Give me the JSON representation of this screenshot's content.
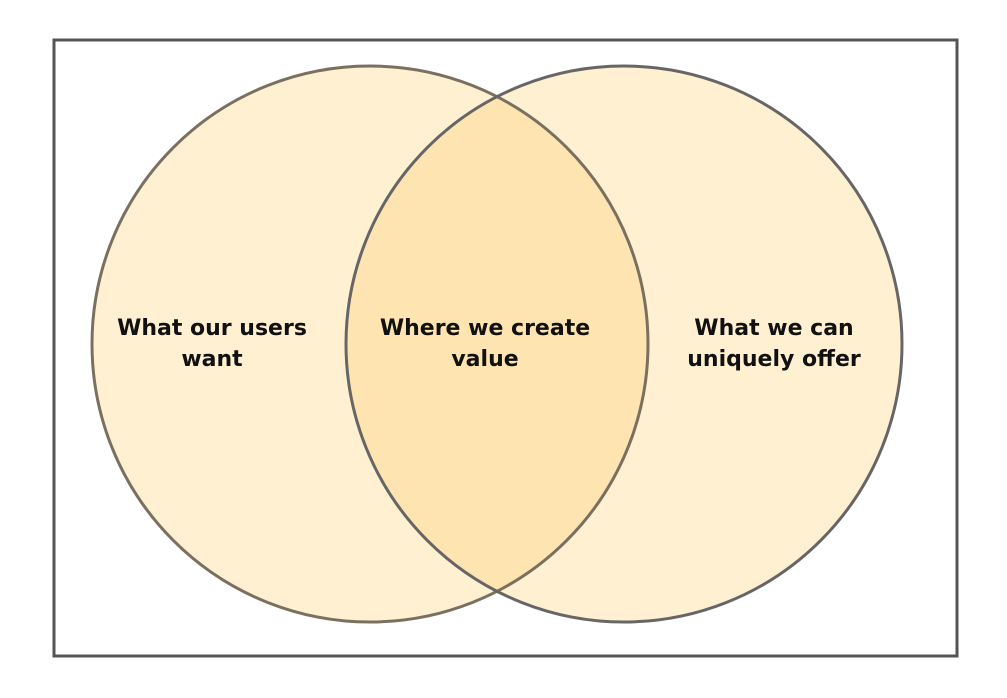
{
  "diagram": {
    "type": "venn",
    "left_label": "What our users want",
    "center_label": "Where we create value",
    "right_label": "What we can uniquely offer",
    "colors": {
      "circle_fill": "#fff0d2",
      "overlap_fill": "#fee4b1",
      "stroke": "#666666",
      "frame": "#555555"
    }
  }
}
